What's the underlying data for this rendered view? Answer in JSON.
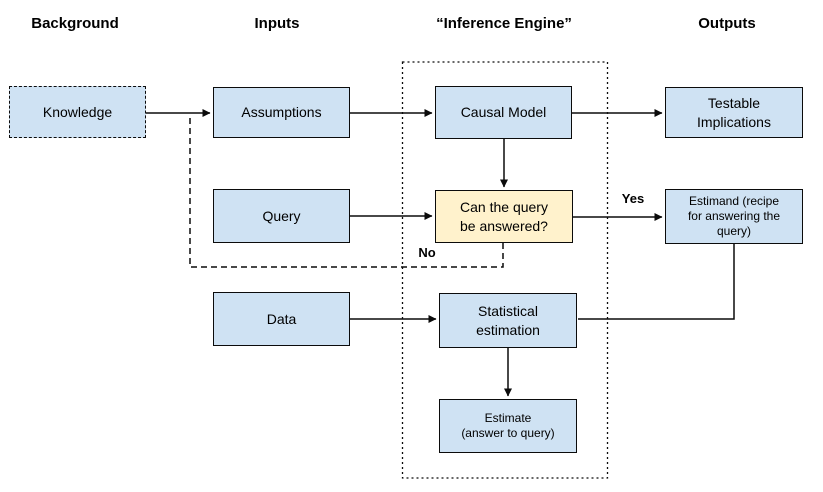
{
  "diagram": {
    "title_area": {
      "headers": [
        {
          "label": "Background"
        },
        {
          "label": "Inputs"
        },
        {
          "label": "“Inference Engine”"
        },
        {
          "label": "Outputs"
        }
      ]
    },
    "nodes": {
      "knowledge": {
        "lines": [
          "Knowledge"
        ]
      },
      "assumptions": {
        "lines": [
          "Assumptions"
        ]
      },
      "query": {
        "lines": [
          "Query"
        ]
      },
      "data": {
        "lines": [
          "Data"
        ]
      },
      "causal_model": {
        "lines": [
          "Causal Model"
        ]
      },
      "can_answer": {
        "lines": [
          "Can the query",
          "be answered?"
        ]
      },
      "testable_implications": {
        "lines": [
          "Testable",
          "Implications"
        ]
      },
      "estimand": {
        "lines": [
          "Estimand (recipe",
          "for answering the",
          "query)"
        ]
      },
      "statistical_estimation": {
        "lines": [
          "Statistical",
          "estimation"
        ]
      },
      "estimate": {
        "lines": [
          "Estimate",
          "(answer to query)"
        ]
      }
    },
    "edge_labels": {
      "yes": "Yes",
      "no": "No"
    },
    "colors": {
      "node_fill_blue": "#cfe2f3",
      "node_fill_yellow": "#fff2cc",
      "stroke": "#0b0b0b",
      "background": "#ffffff"
    }
  }
}
